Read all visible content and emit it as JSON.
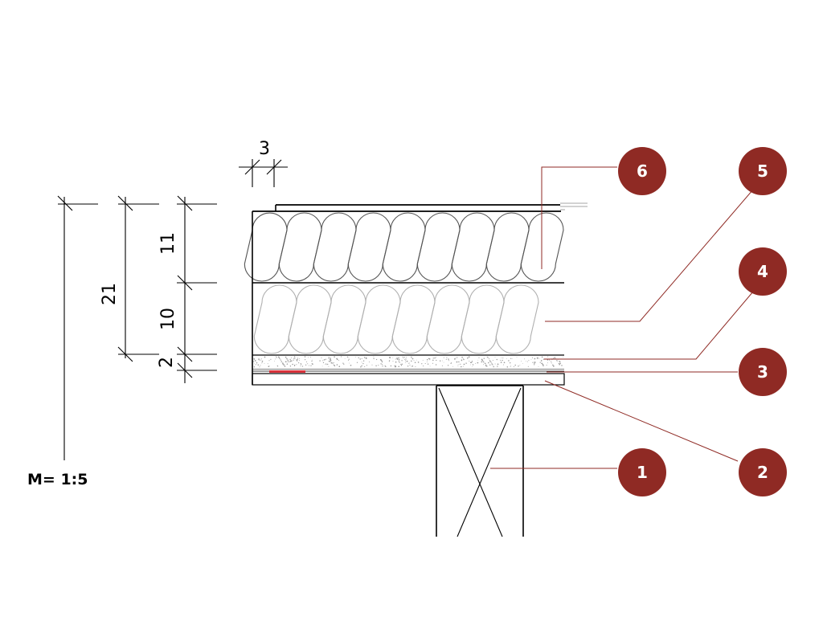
{
  "scale": {
    "label": "M= 1:5"
  },
  "dimensions": {
    "overall": "21",
    "top_layer": "11",
    "middle_layer": "10",
    "bottom_layer": "2",
    "edge_offset": "3"
  },
  "callouts": [
    {
      "number": "1"
    },
    {
      "number": "2"
    },
    {
      "number": "3"
    },
    {
      "number": "4"
    },
    {
      "number": "5"
    },
    {
      "number": "6"
    }
  ],
  "colors": {
    "callout_fill": "#8f2a24",
    "leader_line": "#8f2a24",
    "line": "#000000",
    "insulation_lower": "#b0b0b0",
    "insulation_upper": "#555555",
    "red_strip": "#d8323a"
  }
}
